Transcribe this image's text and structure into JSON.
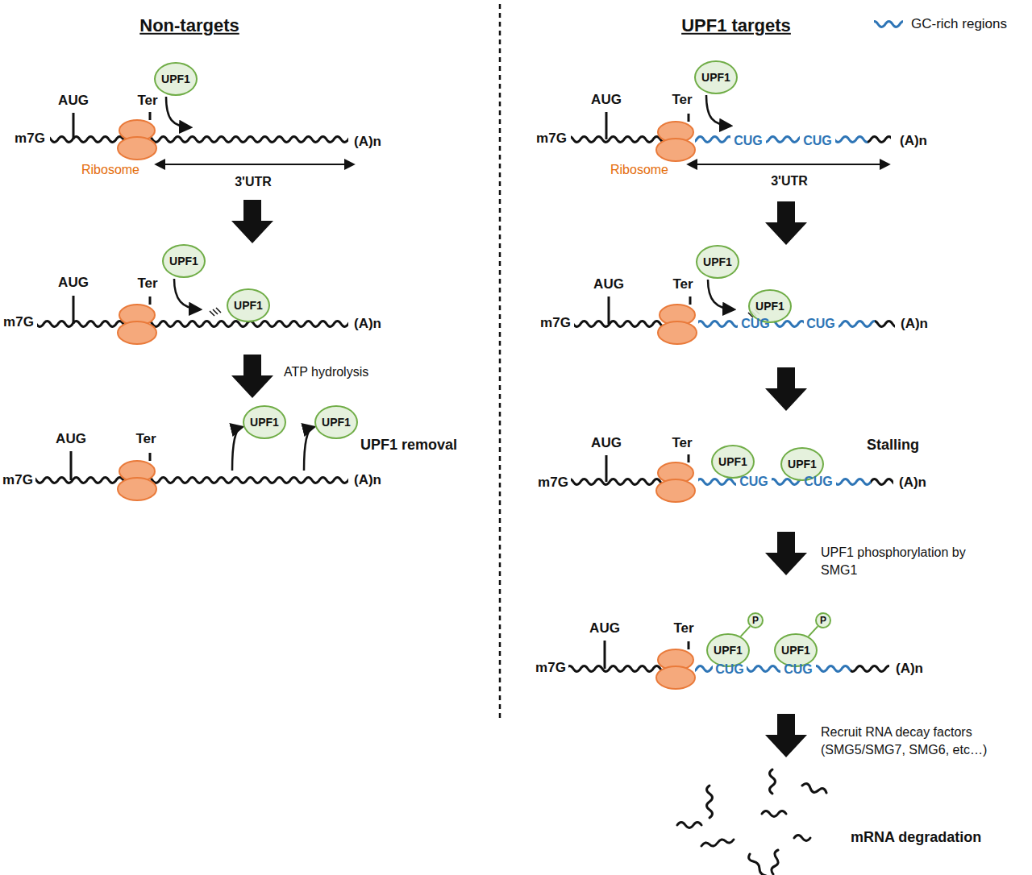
{
  "diagram": {
    "nodes": [
      {
        "text": [
          "UPF1"
        ]
      },
      {
        "text": [
          "UPF1"
        ]
      },
      {
        "text": [
          "UPF1"
        ]
      },
      {
        "text": [
          "UPF1"
        ]
      },
      {
        "text": [
          "UPF1"
        ]
      },
      {
        "text": [
          "UPF1"
        ]
      },
      {
        "text": [
          "UPF1"
        ]
      },
      {
        "text": [
          "UPF1"
        ]
      },
      {
        "text": [
          "UPF1"
        ]
      },
      {
        "text": [
          "UPF1"
        ]
      },
      {
        "text": [
          "UPF1"
        ]
      },
      {
        "text": [
          "P"
        ]
      },
      {
        "text": [
          "UPF1"
        ]
      },
      {
        "text": [
          "P"
        ]
      }
    ],
    "edges": [
      {
        "from": 10,
        "to": 11,
        "arrow": "none"
      },
      {
        "from": 12,
        "to": 13,
        "arrow": "none"
      }
    ],
    "labels": [
      "Non-targets",
      "AUG",
      "Ter",
      "m7G",
      "(A)n",
      "Ribosome",
      "3'UTR",
      "AUG",
      "Ter",
      "m7G",
      "(A)n",
      "ATP hydrolysis",
      "AUG",
      "Ter",
      "m7G",
      "(A)n",
      "UPF1 removal",
      "UPF1 targets",
      "AUG",
      "Ter",
      "m7G",
      "CUG",
      "CUG",
      "(A)n",
      "Ribosome",
      "3'UTR",
      "AUG",
      "Ter",
      "m7G",
      "CUG",
      "CUG",
      "(A)n",
      "AUG",
      "Ter",
      "m7G",
      "CUG",
      "CUG",
      "(A)n",
      "Stalling",
      "UPF1 phosphorylation by SMG1",
      "AUG",
      "Ter",
      "m7G",
      "CUG",
      "CUG",
      "(A)n",
      "Recruit RNA decay factors (SMG5/SMG7, SMG6, etc…)",
      "mRNA degradation"
    ],
    "legend": [
      {
        "text": "GC-rich regions"
      }
    ]
  }
}
